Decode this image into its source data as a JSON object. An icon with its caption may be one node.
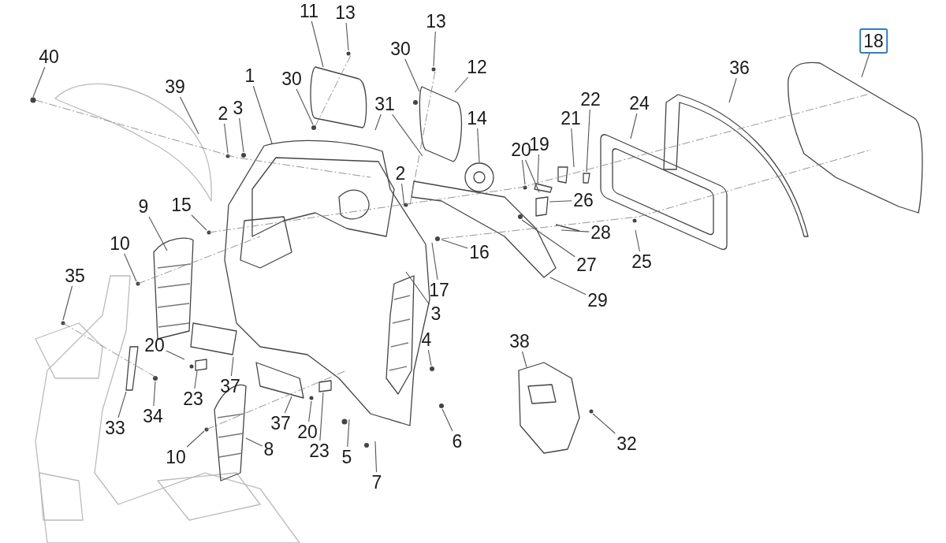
{
  "diagram": {
    "nodes": [
      {
        "text": [
          "40"
        ]
      },
      {
        "text": [
          "39"
        ]
      },
      {
        "text": [
          "2"
        ]
      },
      {
        "text": [
          "3"
        ]
      },
      {
        "text": [
          "1"
        ]
      },
      {
        "text": [
          "30"
        ]
      },
      {
        "text": [
          "11"
        ]
      },
      {
        "text": [
          "13"
        ]
      },
      {
        "text": [
          "30"
        ]
      },
      {
        "text": [
          "13"
        ]
      },
      {
        "text": [
          "31"
        ]
      },
      {
        "text": [
          "12"
        ]
      },
      {
        "text": [
          "14"
        ]
      },
      {
        "text": [
          "2"
        ]
      },
      {
        "text": [
          "9"
        ]
      },
      {
        "text": [
          "15"
        ]
      },
      {
        "text": [
          "10"
        ]
      },
      {
        "text": [
          "35"
        ]
      },
      {
        "text": [
          "16"
        ]
      },
      {
        "text": [
          "17"
        ]
      },
      {
        "text": [
          "3"
        ]
      },
      {
        "text": [
          "20"
        ]
      },
      {
        "text": [
          "19"
        ]
      },
      {
        "text": [
          "21"
        ]
      },
      {
        "text": [
          "22"
        ]
      },
      {
        "text": [
          "24"
        ]
      },
      {
        "text": [
          "26"
        ]
      },
      {
        "text": [
          "28"
        ]
      },
      {
        "text": [
          "27"
        ]
      },
      {
        "text": [
          "25"
        ]
      },
      {
        "text": [
          "36"
        ]
      },
      {
        "text": [
          "18"
        ]
      },
      {
        "text": [
          "29"
        ]
      },
      {
        "text": [
          "4"
        ]
      },
      {
        "text": [
          "38"
        ]
      },
      {
        "text": [
          "20"
        ]
      },
      {
        "text": [
          "23"
        ]
      },
      {
        "text": [
          "37"
        ]
      },
      {
        "text": [
          "33"
        ]
      },
      {
        "text": [
          "34"
        ]
      },
      {
        "text": [
          "37"
        ]
      },
      {
        "text": [
          "20"
        ]
      },
      {
        "text": [
          "23"
        ]
      },
      {
        "text": [
          "5"
        ]
      },
      {
        "text": [
          "7"
        ]
      },
      {
        "text": [
          "6"
        ]
      },
      {
        "text": [
          "8"
        ]
      },
      {
        "text": [
          "10"
        ]
      },
      {
        "text": [
          "32"
        ]
      }
    ],
    "edges": [
      {
        "from": 0,
        "to": null,
        "arrow": "none"
      },
      {
        "from": 1,
        "to": null,
        "arrow": "none"
      },
      {
        "from": 2,
        "to": null,
        "arrow": "none"
      },
      {
        "from": 3,
        "to": null,
        "arrow": "none"
      },
      {
        "from": 4,
        "to": null,
        "arrow": "none"
      },
      {
        "from": 5,
        "to": null,
        "arrow": "none"
      },
      {
        "from": 6,
        "to": null,
        "arrow": "none"
      },
      {
        "from": 7,
        "to": null,
        "arrow": "none"
      },
      {
        "from": 8,
        "to": null,
        "arrow": "none"
      },
      {
        "from": 9,
        "to": null,
        "arrow": "none"
      },
      {
        "from": 10,
        "to": null,
        "arrow": "none"
      },
      {
        "from": 10,
        "to": null,
        "arrow": "none"
      },
      {
        "from": 11,
        "to": null,
        "arrow": "none"
      },
      {
        "from": 12,
        "to": null,
        "arrow": "none"
      },
      {
        "from": 13,
        "to": null,
        "arrow": "none"
      },
      {
        "from": 14,
        "to": null,
        "arrow": "none"
      },
      {
        "from": 15,
        "to": null,
        "arrow": "none"
      },
      {
        "from": 16,
        "to": null,
        "arrow": "none"
      },
      {
        "from": 17,
        "to": null,
        "arrow": "none"
      },
      {
        "from": 18,
        "to": null,
        "arrow": "none"
      },
      {
        "from": 19,
        "to": null,
        "arrow": "none"
      },
      {
        "from": 20,
        "to": null,
        "arrow": "none"
      },
      {
        "from": 21,
        "to": null,
        "arrow": "none"
      },
      {
        "from": 21,
        "to": null,
        "arrow": "none"
      },
      {
        "from": 22,
        "to": null,
        "arrow": "none"
      },
      {
        "from": 23,
        "to": null,
        "arrow": "none"
      },
      {
        "from": 24,
        "to": null,
        "arrow": "none"
      },
      {
        "from": 25,
        "to": null,
        "arrow": "none"
      },
      {
        "from": 26,
        "to": null,
        "arrow": "none"
      },
      {
        "from": 27,
        "to": null,
        "arrow": "none"
      },
      {
        "from": 28,
        "to": null,
        "arrow": "none"
      },
      {
        "from": 29,
        "to": null,
        "arrow": "none"
      },
      {
        "from": 30,
        "to": null,
        "arrow": "none"
      },
      {
        "from": 31,
        "to": null,
        "arrow": "none"
      },
      {
        "from": 32,
        "to": null,
        "arrow": "none"
      },
      {
        "from": 33,
        "to": null,
        "arrow": "none"
      },
      {
        "from": 34,
        "to": null,
        "arrow": "none"
      },
      {
        "from": 35,
        "to": null,
        "arrow": "none"
      },
      {
        "from": 36,
        "to": null,
        "arrow": "none"
      },
      {
        "from": 37,
        "to": null,
        "arrow": "none"
      },
      {
        "from": 38,
        "to": null,
        "arrow": "none"
      },
      {
        "from": 39,
        "to": null,
        "arrow": "none"
      },
      {
        "from": 40,
        "to": null,
        "arrow": "none"
      },
      {
        "from": 41,
        "to": null,
        "arrow": "none"
      },
      {
        "from": 42,
        "to": null,
        "arrow": "none"
      },
      {
        "from": 43,
        "to": null,
        "arrow": "none"
      },
      {
        "from": 44,
        "to": null,
        "arrow": "none"
      },
      {
        "from": 45,
        "to": null,
        "arrow": "none"
      },
      {
        "from": 46,
        "to": null,
        "arrow": "none"
      },
      {
        "from": 47,
        "to": null,
        "arrow": "none"
      },
      {
        "from": 48,
        "to": null,
        "arrow": "none"
      }
    ]
  }
}
